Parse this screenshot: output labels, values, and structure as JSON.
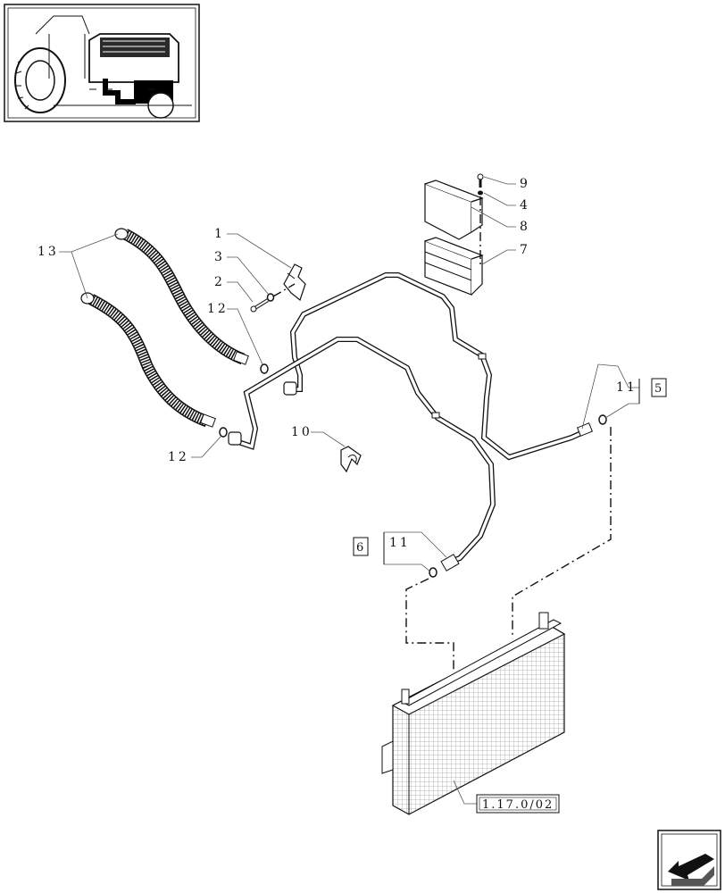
{
  "callouts": {
    "c1": "1",
    "c2": "2",
    "c3": "3",
    "c4": "4",
    "c7": "7",
    "c8": "8",
    "c9": "9",
    "c10": "10",
    "c11a": "11",
    "c11b": "11",
    "c12a": "12",
    "c12b": "12",
    "c13": "13"
  },
  "boxes": {
    "ref5": "5",
    "ref6": "6",
    "ref_page": "1.17.0/02"
  },
  "icons": {
    "thumbnail": "tractor-location-thumbnail",
    "nav": "previous-page-arrow-icon"
  }
}
